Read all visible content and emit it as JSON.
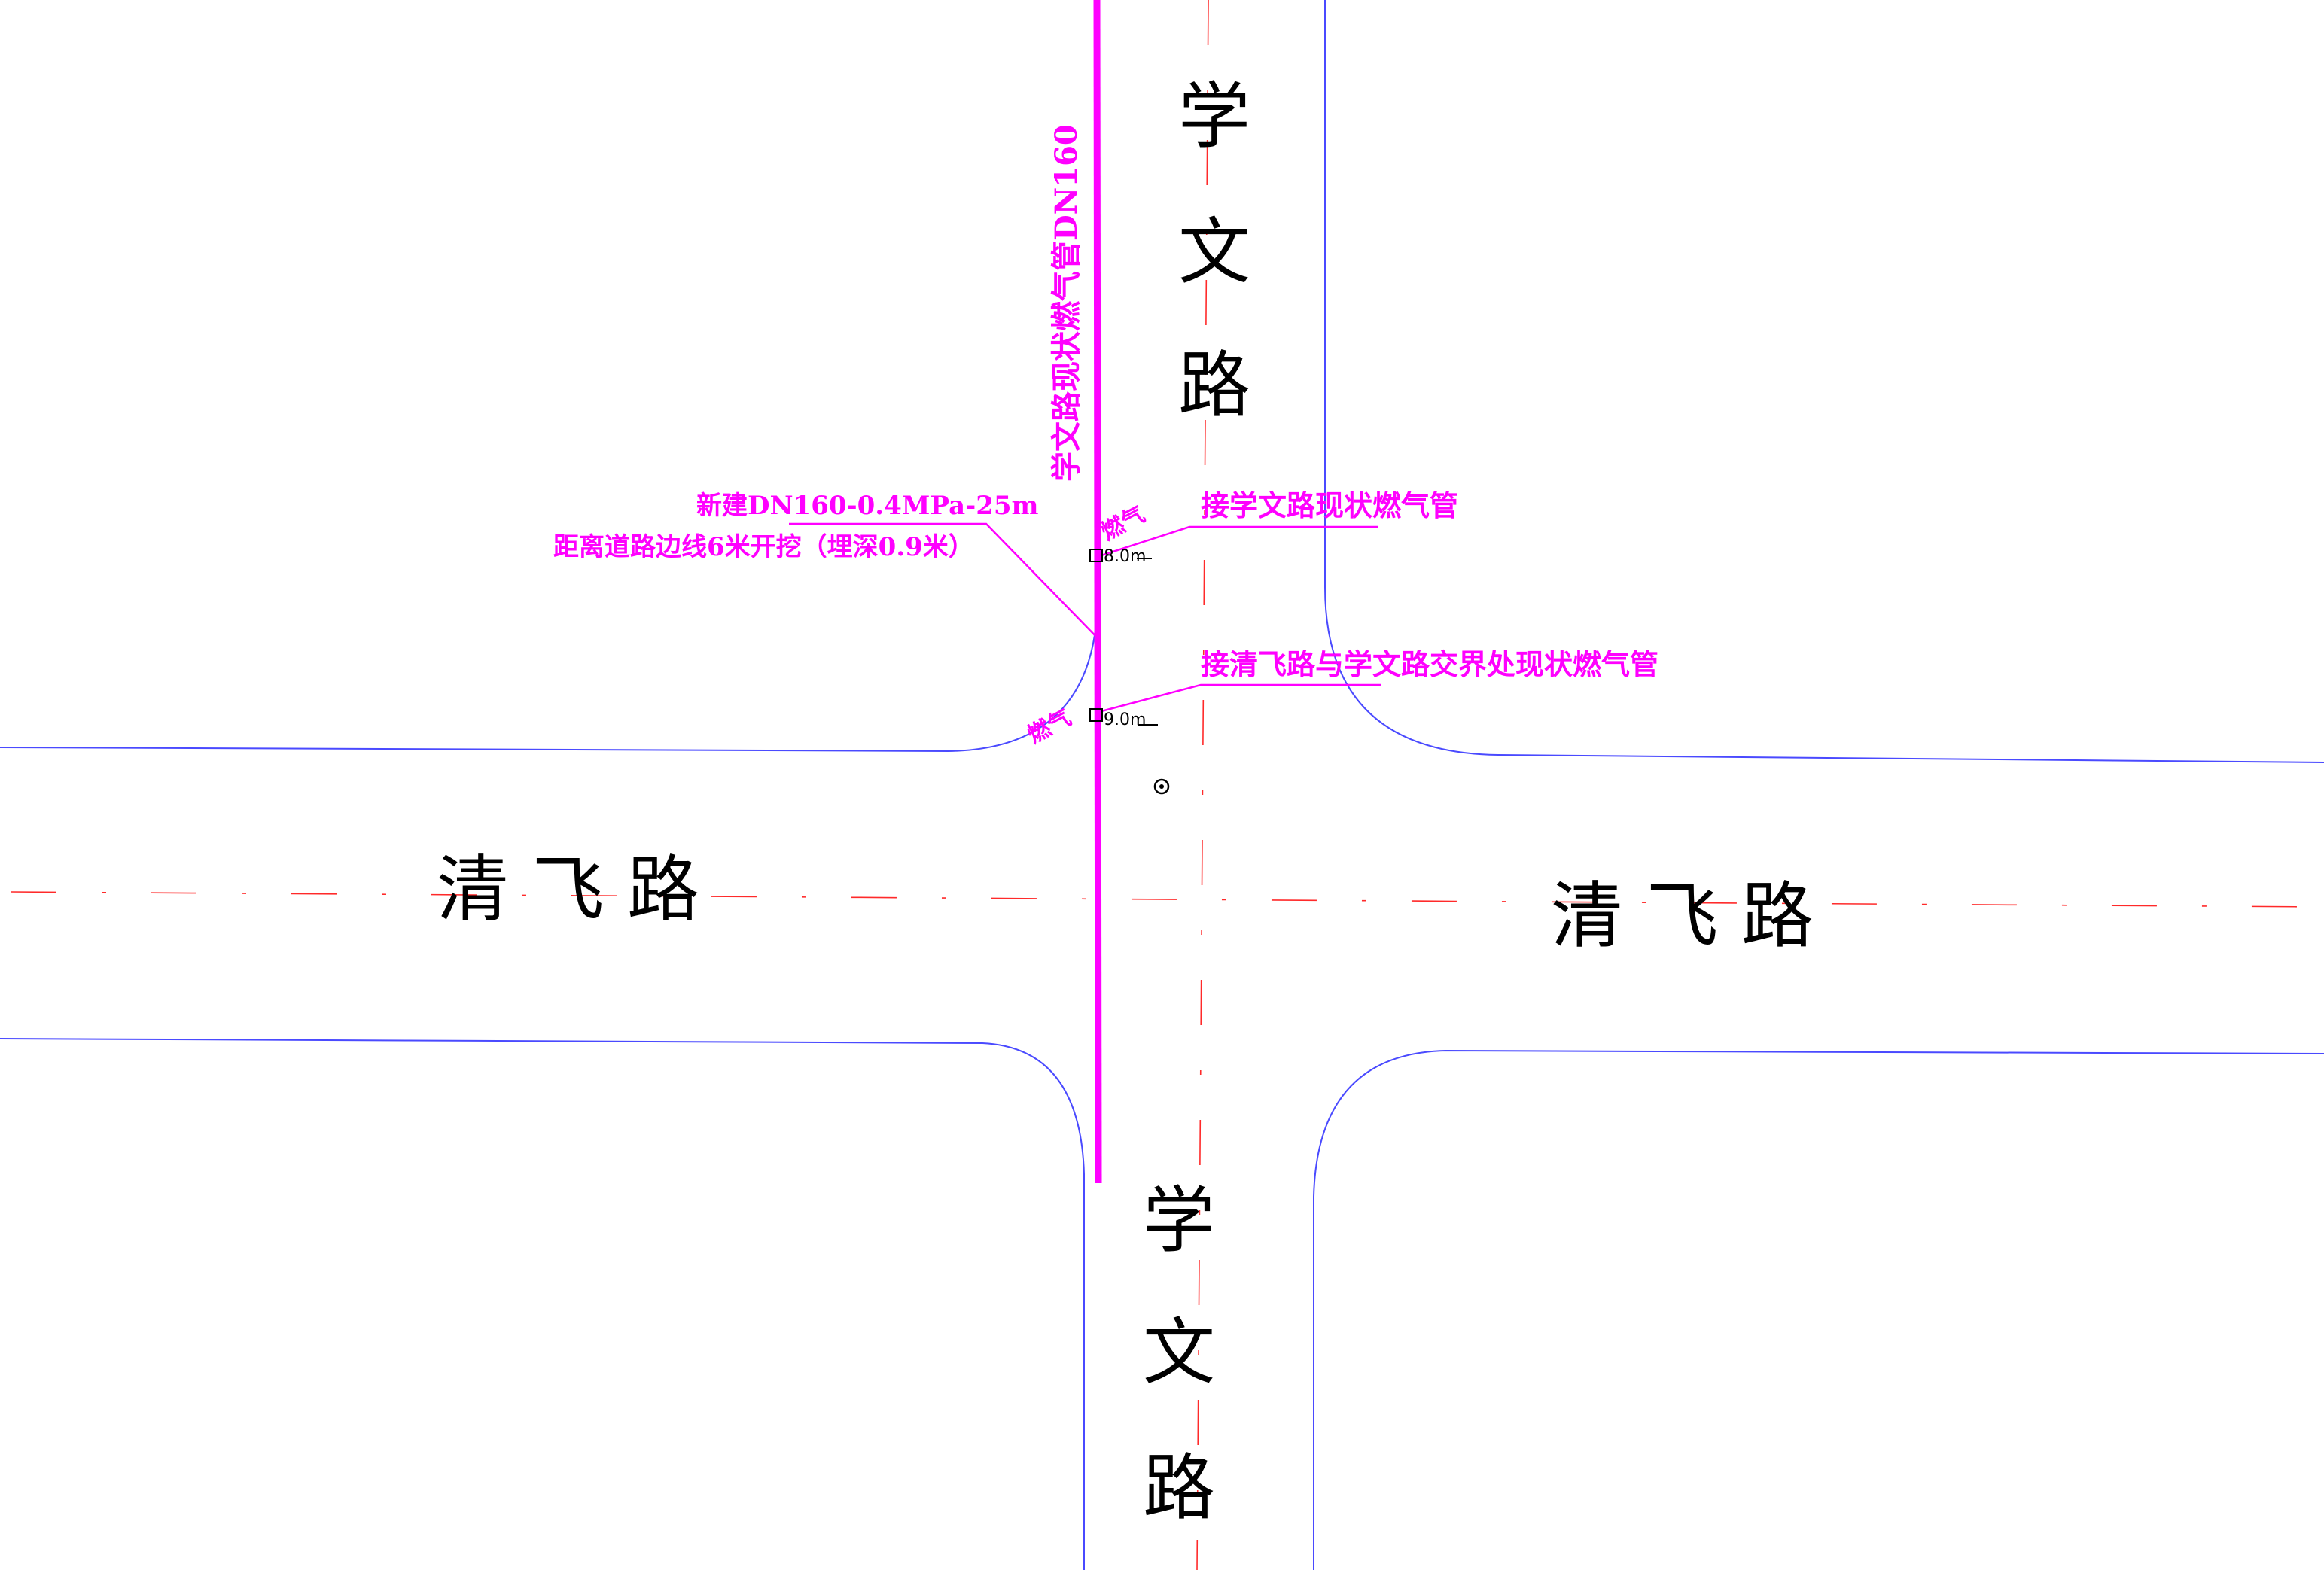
{
  "roads": {
    "xuewen_north": [
      "学",
      "文",
      "路"
    ],
    "xuewen_south": [
      "学",
      "文",
      "路"
    ],
    "qingfei_west": "清 飞 路",
    "qingfei_east": "清 飞 路"
  },
  "annotations": {
    "existing_pipe": "学文路现状燃气管DN160",
    "new_pipe_line1": "新建DN160-0.4MPa-25m",
    "new_pipe_line2": "距离道路边线6米开挖（埋深0.9米）",
    "connect_xuewen": "接学文路现状燃气管",
    "connect_intersection": "接清飞路与学文路交界处现状燃气管",
    "gas_tag_upper": "燃气",
    "gas_tag_lower": "燃气",
    "depth_upper": "8.0m",
    "depth_lower": "9.0m"
  },
  "colors": {
    "gas": "#ff00ff",
    "road_edge": "#4a4aff",
    "centerline": "#ff2a2a",
    "text": "#000000"
  }
}
